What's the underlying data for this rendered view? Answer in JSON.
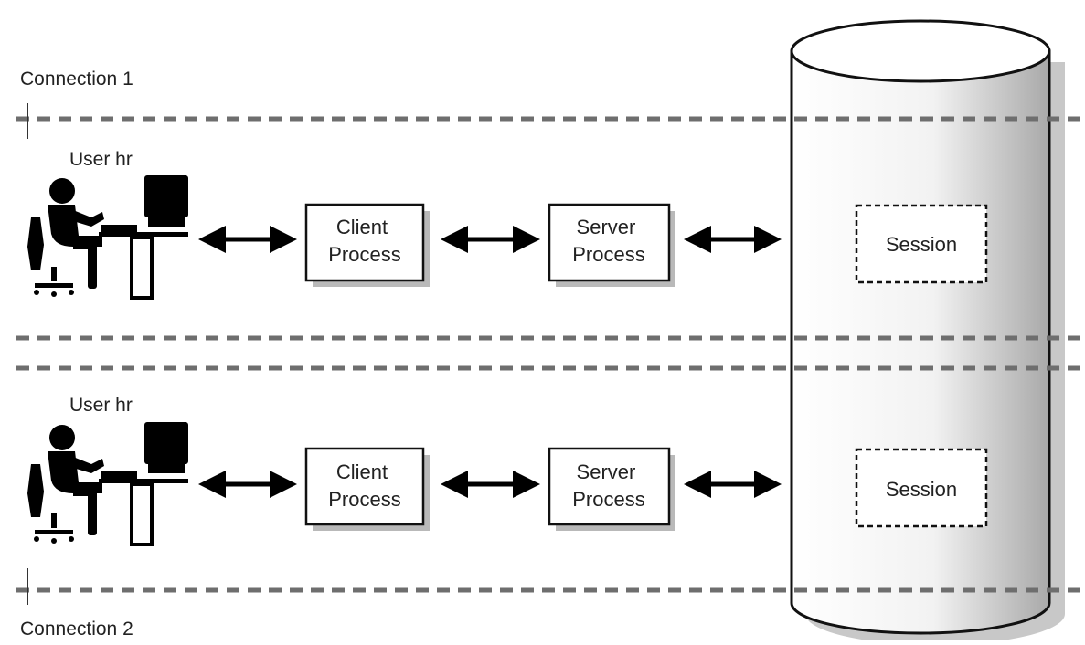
{
  "connections": [
    {
      "label": "Connection 1",
      "user_label": "User hr",
      "client_box": [
        "Client",
        "Process"
      ],
      "server_box": [
        "Server",
        "Process"
      ],
      "session_label": "Session"
    },
    {
      "label": "Connection 2",
      "user_label": "User hr",
      "client_box": [
        "Client",
        "Process"
      ],
      "server_box": [
        "Server",
        "Process"
      ],
      "session_label": "Session"
    }
  ],
  "colors": {
    "dashed_line": "#6e6e6e",
    "box_border": "#111111",
    "box_shadow": "#b9b9b9",
    "cylinder_light": "#ffffff",
    "cylinder_dark": "#a9a9a9",
    "icon_fill": "#000000"
  },
  "icons": {
    "user": "user-at-workstation-icon",
    "arrow": "double-headed-arrow-icon",
    "database": "database-cylinder-icon"
  }
}
